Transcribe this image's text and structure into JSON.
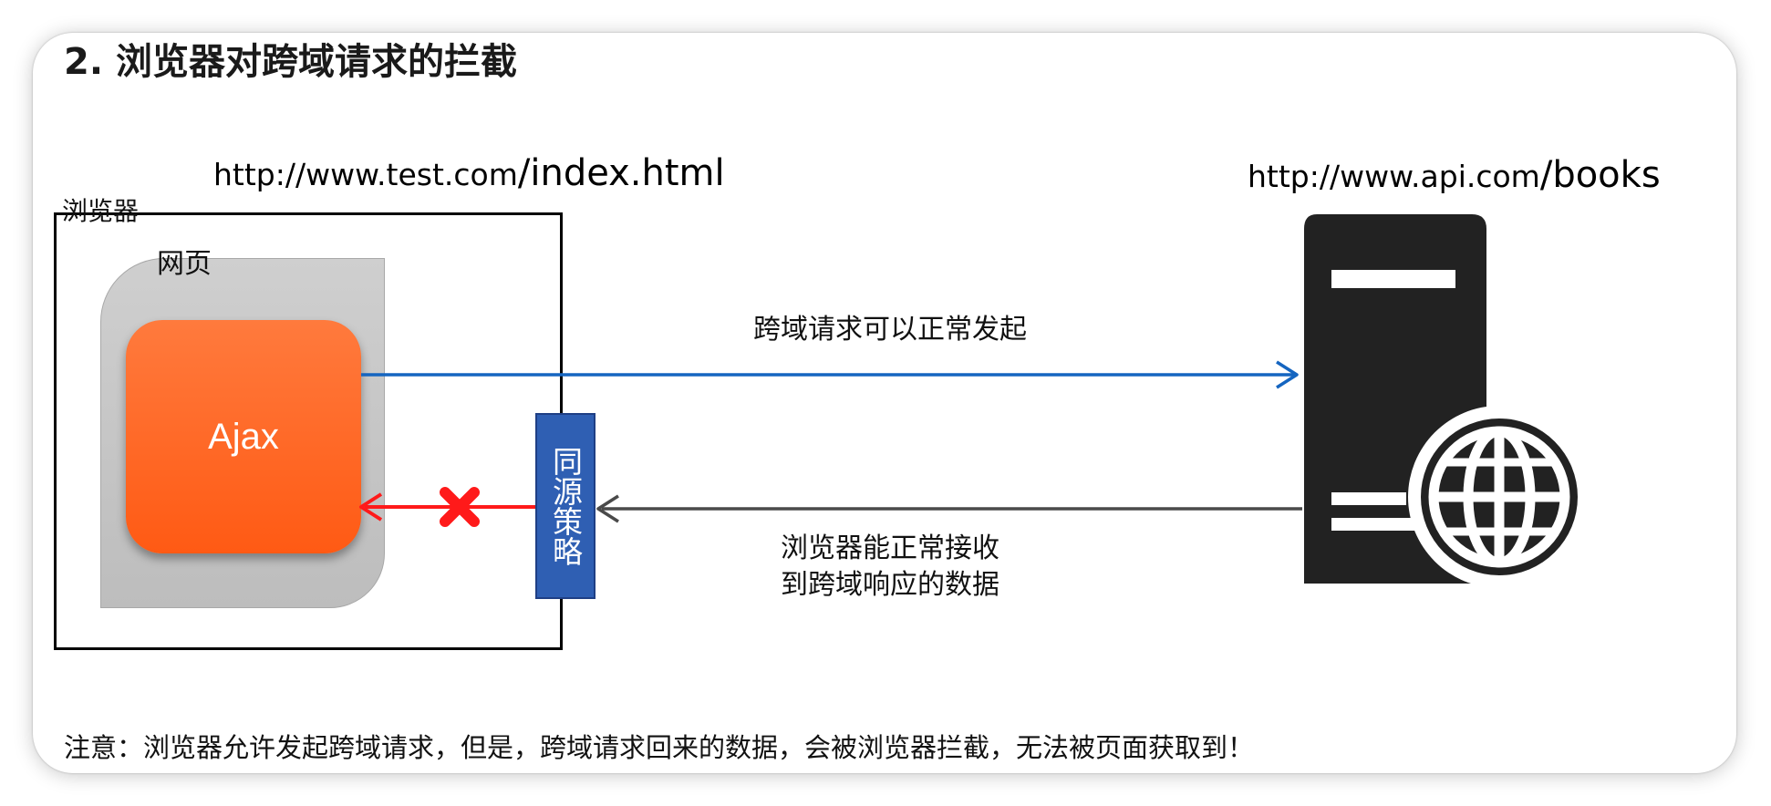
{
  "title": "2. 浏览器对跨域请求的拦截",
  "origin_url": {
    "prefix": "http://www.test.com",
    "path": "/index.html"
  },
  "api_url": {
    "prefix": "http://www.api.com",
    "path": "/books"
  },
  "browser": {
    "label": "浏览器"
  },
  "webpage": {
    "label": "网页",
    "ajax_label": "Ajax"
  },
  "policy": {
    "label": "同源策略",
    "color": "#2f5fb3"
  },
  "arrows": {
    "request_label": "跨域请求可以正常发起",
    "request_color": "#1565c0",
    "response_label_line1": "浏览器能正常接收",
    "response_label_line2": "到跨域响应的数据",
    "response_color": "#4a4a4a",
    "blocked_color": "#ff1a1a"
  },
  "icons": {
    "server": "server-icon",
    "globe": "globe-icon",
    "blocked": "blocked-x-icon"
  },
  "note": "注意：浏览器允许发起跨域请求，但是，跨域请求回来的数据，会被浏览器拦截，无法被页面获取到！"
}
